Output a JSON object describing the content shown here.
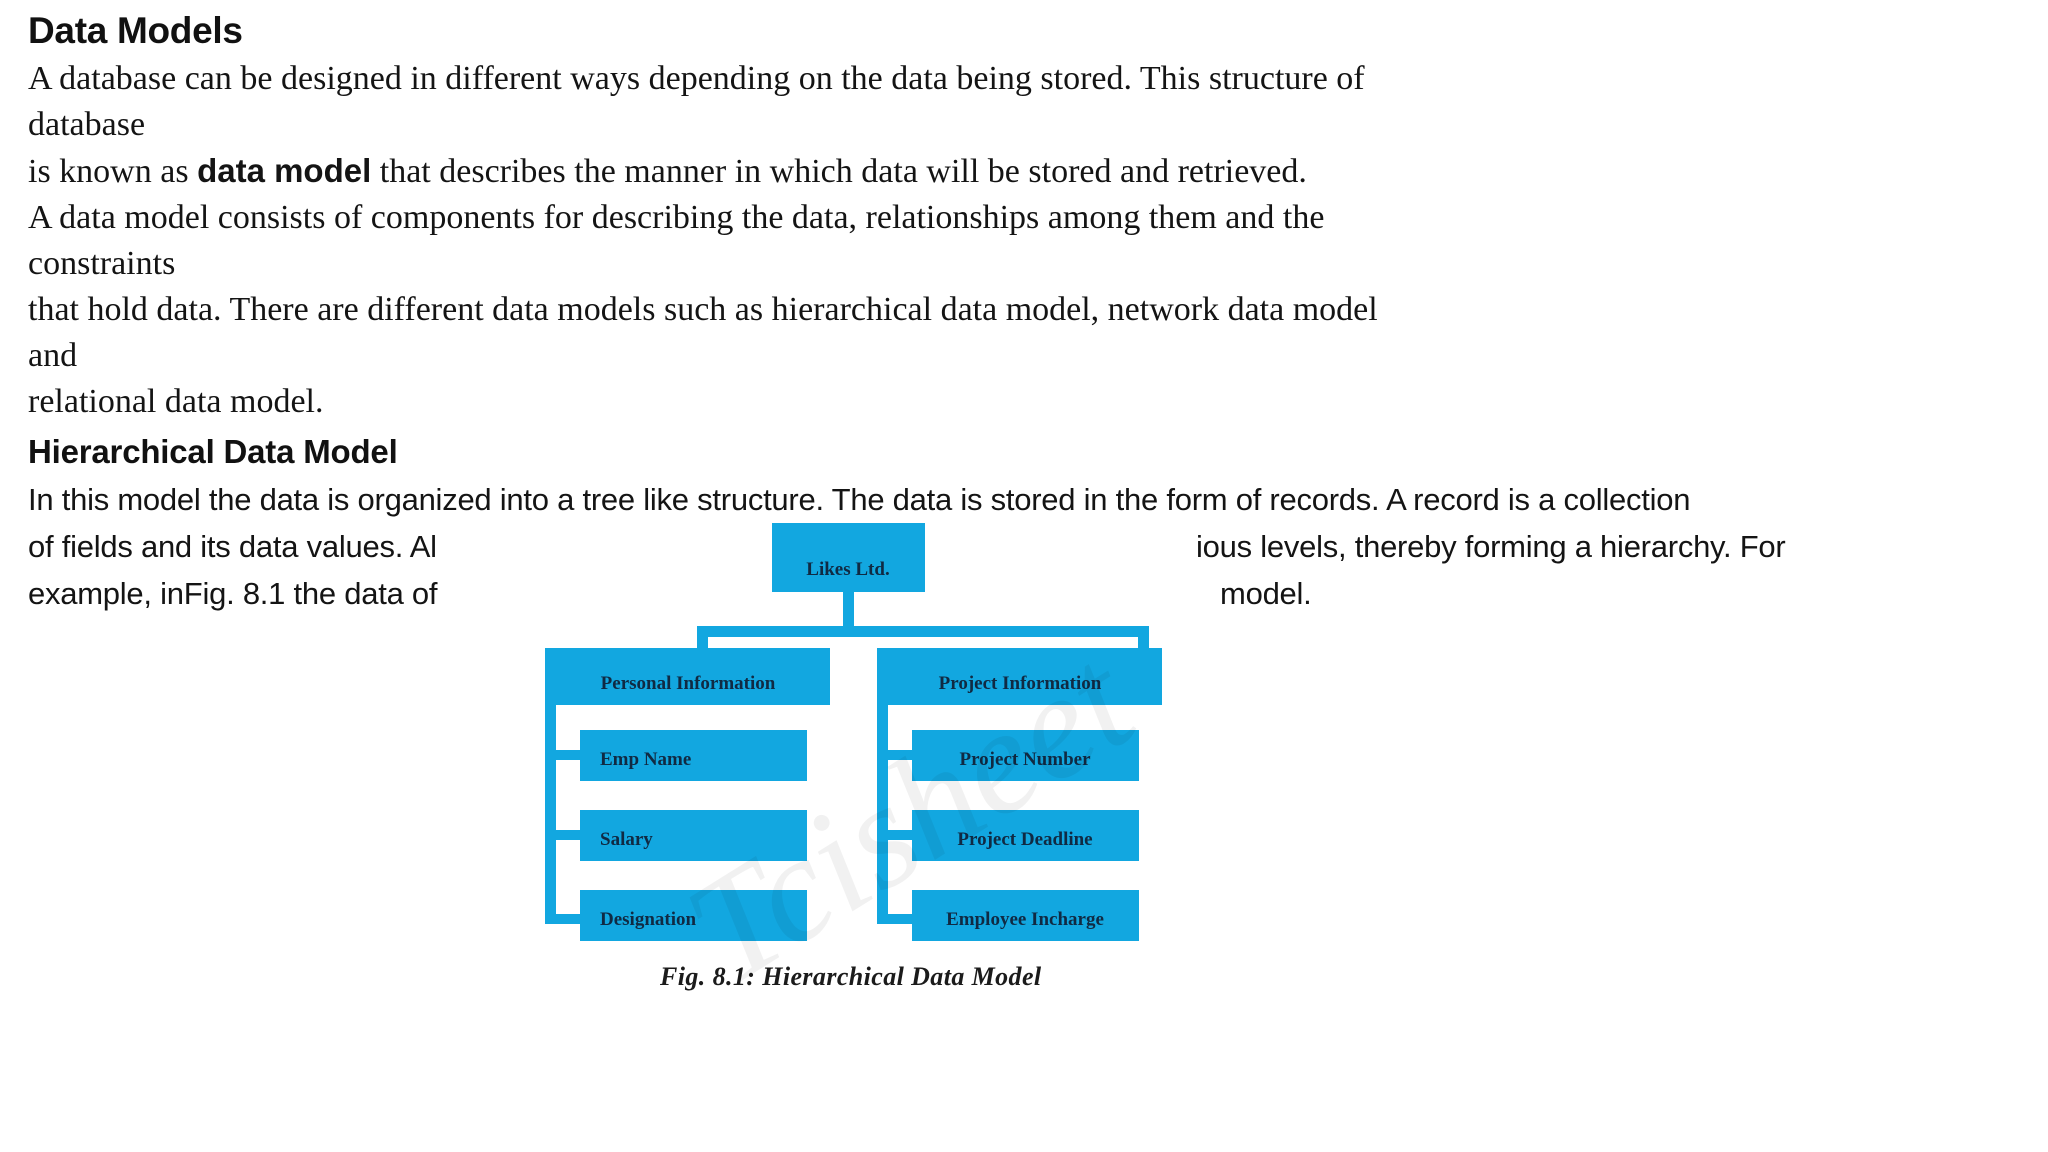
{
  "document": {
    "title": "Data Models",
    "paragraph1": {
      "line1": "A database can be designed in different ways depending on the data being stored. This structure of",
      "line2": "database",
      "line3_pre": "is known as ",
      "line3_bold": "data model",
      "line3_post": " that describes the manner in which data will be stored and retrieved.",
      "line4": "A data model consists of components for describing the data, relationships among them and the",
      "line5": "constraints",
      "line6": "that hold data. There are different data models such as hierarchical data model, network data model",
      "line7": "and",
      "line8": "relational data model."
    },
    "subheading": "Hierarchical Data Model",
    "paragraph2": {
      "line1": "In this model the data is organized into a tree like structure. The data is stored in the form of records. A record is a collection",
      "line2_left": "of fields and its data values. Al",
      "line2_right": "ious levels, thereby forming a hierarchy. For",
      "line3_left": "example, inFig. 8.1 the data of",
      "line3_right": "model."
    }
  },
  "figure": {
    "caption": "Fig. 8.1: Hierarchical Data Model",
    "watermark": "Tcisheet",
    "colors": {
      "box_fill": "#12a7e0",
      "connector": "#12a7e0",
      "label_text": "#102a43"
    },
    "tree": {
      "root": {
        "label": "Likes Ltd."
      },
      "branches": [
        {
          "label": "Personal Information",
          "children": [
            {
              "label": "Emp Name"
            },
            {
              "label": "Salary"
            },
            {
              "label": "Designation"
            }
          ]
        },
        {
          "label": "Project Information",
          "children": [
            {
              "label": "Project Number"
            },
            {
              "label": "Project Deadline"
            },
            {
              "label": "Employee Incharge"
            }
          ]
        }
      ]
    }
  }
}
